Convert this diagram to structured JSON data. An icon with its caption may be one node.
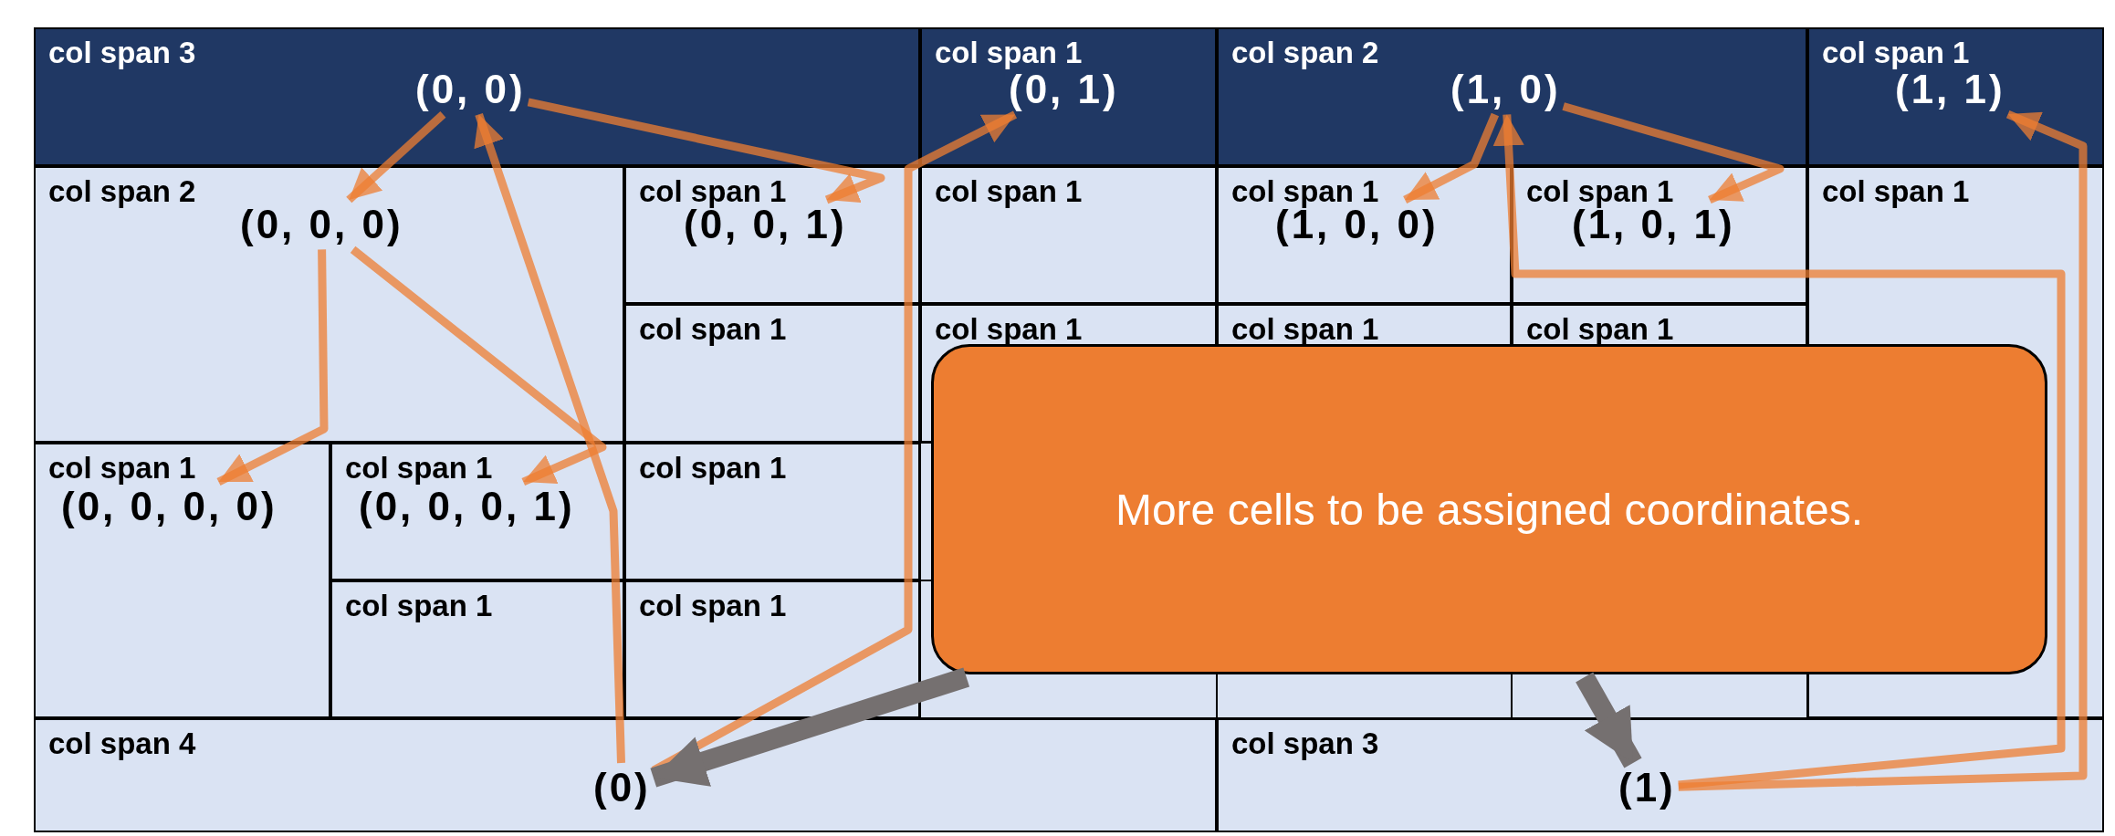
{
  "diagram": {
    "nodes": [
      {
        "text": [
          "(0, 0)"
        ]
      },
      {
        "text": [
          "(0, 1)"
        ]
      },
      {
        "text": [
          "(1, 0)"
        ]
      },
      {
        "text": [
          "(1, 1)"
        ]
      },
      {
        "text": [
          "(0, 0, 0)"
        ]
      },
      {
        "text": [
          "(0, 0, 1)"
        ]
      },
      {
        "text": [
          "(1, 0, 0)"
        ]
      },
      {
        "text": [
          "(1, 0, 1)"
        ]
      },
      {
        "text": [
          "(0, 0, 0, 0)"
        ]
      },
      {
        "text": [
          "(0, 0, 0, 1)"
        ]
      },
      {
        "text": [
          "(0)"
        ]
      },
      {
        "text": [
          "(1)"
        ]
      },
      {
        "text": [
          "More cells to be assigned coordinates."
        ]
      }
    ],
    "edges": [
      {
        "from": 0,
        "to": 4,
        "arrow": "to"
      },
      {
        "from": 0,
        "to": 5,
        "arrow": "to"
      },
      {
        "from": 4,
        "to": 8,
        "arrow": "to"
      },
      {
        "from": 4,
        "to": 9,
        "arrow": "to"
      },
      {
        "from": 10,
        "to": 0,
        "arrow": "to"
      },
      {
        "from": 10,
        "to": 1,
        "arrow": "to"
      },
      {
        "from": 2,
        "to": 6,
        "arrow": "to"
      },
      {
        "from": 2,
        "to": 7,
        "arrow": "to"
      },
      {
        "from": 11,
        "to": 2,
        "arrow": "to"
      },
      {
        "from": 11,
        "to": 3,
        "arrow": "to"
      },
      {
        "from": 12,
        "to": 10,
        "arrow": "to",
        "style": "thick",
        "color": "#757070"
      },
      {
        "from": 12,
        "to": 11,
        "arrow": "to",
        "style": "thick",
        "color": "#757070"
      }
    ],
    "labels": [
      "col span 3",
      "col span 1",
      "col span 2",
      "col span 1",
      "col span 2",
      "col span 1",
      "col span 1",
      "col span 1",
      "col span 1",
      "col span 1",
      "col span 1",
      "col span 1",
      "col span 1",
      "col span 1",
      "col span 1",
      "col span 1",
      "col span 1",
      "col span 1",
      "col span 1",
      "col span 4",
      "col span 3"
    ]
  }
}
